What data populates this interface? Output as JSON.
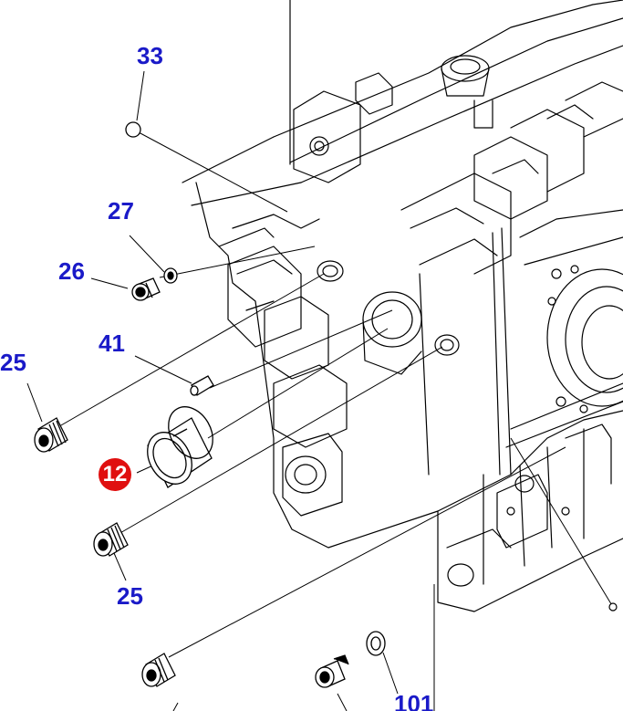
{
  "diagram": {
    "callouts": [
      {
        "id": "c33",
        "label": "33"
      },
      {
        "id": "c27",
        "label": "27"
      },
      {
        "id": "c26",
        "label": "26"
      },
      {
        "id": "c25a",
        "label": "25"
      },
      {
        "id": "c41",
        "label": "41"
      },
      {
        "id": "c12",
        "label": "12",
        "highlighted": true
      },
      {
        "id": "c25b",
        "label": "25"
      },
      {
        "id": "c101",
        "label": "101"
      }
    ],
    "colors": {
      "callout_text": "#1a1ac8",
      "highlight_fill": "#e01010",
      "line": "#000000"
    }
  }
}
